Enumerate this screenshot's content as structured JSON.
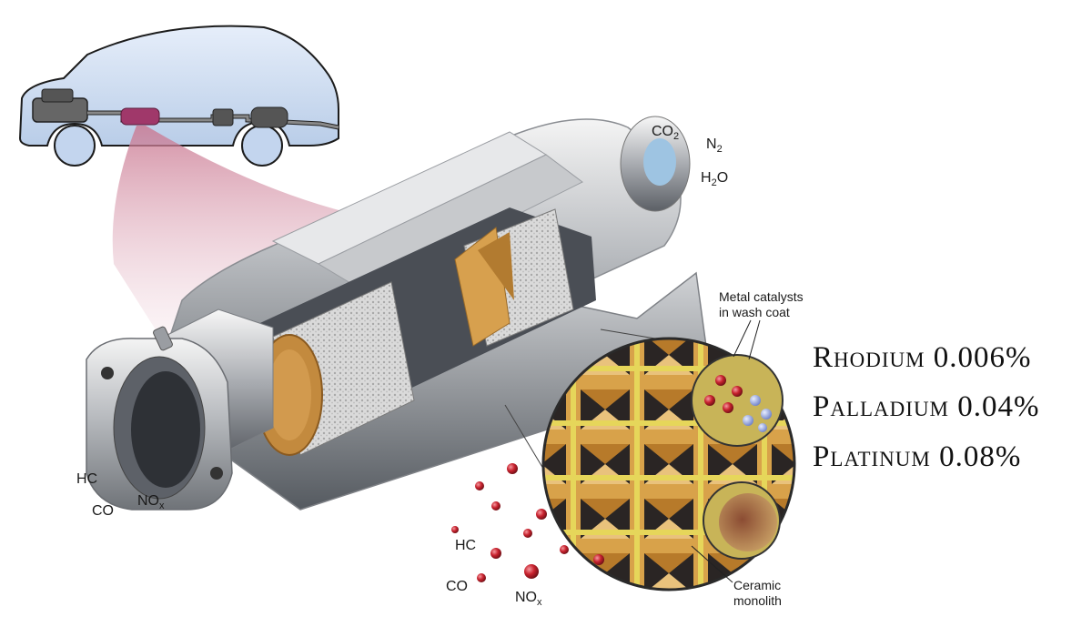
{
  "gases_out": {
    "co2": "CO",
    "co2_sub": "2",
    "n2": "N",
    "n2_sub": "2",
    "h2o_h": "H",
    "h2o_sub": "2",
    "h2o_o": "O"
  },
  "gases_in_left": {
    "hc": "HC",
    "co": "CO",
    "nox": "NO",
    "nox_sub": "x"
  },
  "gases_in_detail": {
    "hc": "HC",
    "co": "CO",
    "nox": "NO",
    "nox_sub": "x"
  },
  "callouts": {
    "metal_catalysts_line1": "Metal catalysts",
    "metal_catalysts_line2": "in wash coat",
    "ceramic_line1": "Ceramic",
    "ceramic_line2": "monolith"
  },
  "metals": [
    {
      "label": "Rhodium 0.006%"
    },
    {
      "label": "Palladium 0.04%"
    },
    {
      "label": "Platinum 0.08%"
    }
  ],
  "colors": {
    "catalyst_highlight": "#a0386a",
    "car_fill": "#c6d8ef",
    "ceramic": "#d29a3e",
    "particle": "#c8222e"
  }
}
